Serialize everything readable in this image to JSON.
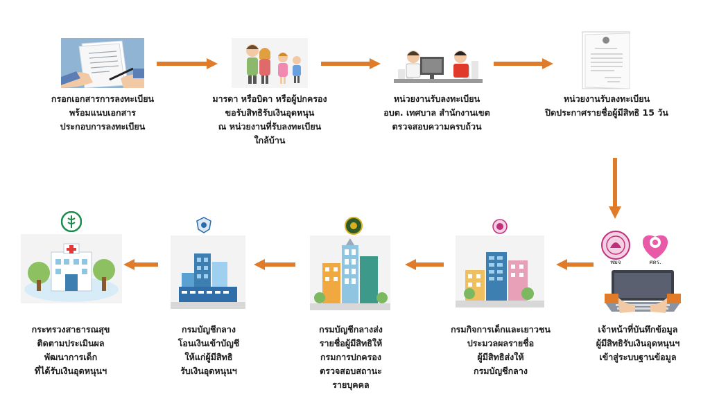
{
  "steps": [
    {
      "lines": [
        "กรอกเอกสารการลงทะเบียน",
        "พร้อมแนบเอกสาร",
        "ประกอบการลงทะเบียน"
      ]
    },
    {
      "lines": [
        "มารดา หรือบิดา หรือผู้ปกครอง",
        "ขอรับสิทธิรับเงินอุดหนุน",
        "ณ หน่วยงานที่รับลงทะเบียน",
        "ใกล้บ้าน"
      ]
    },
    {
      "lines": [
        "หน่วยงานรับลงทะเบียน",
        "อบต. เทศบาล สำนักงานเขต",
        "ตรวจสอบความครบถ้วน"
      ]
    },
    {
      "lines": [
        "หน่วยงานรับลงทะเบียน",
        "ปิดประกาศรายชื่อผู้มีสิทธิ 15 วัน"
      ]
    },
    {
      "lines": [
        "เจ้าหน้าที่บันทึกข้อมูล",
        "ผู้มีสิทธิรับเงินอุดหนุนฯ",
        "เข้าสู่ระบบฐานข้อมูล"
      ]
    },
    {
      "lines": [
        "กรมกิจการเด็กและเยาวชน",
        "ประมวลผลรายชื่อ",
        "ผู้มีสิทธิส่งให้",
        "กรมบัญชีกลาง"
      ]
    },
    {
      "lines": [
        "กรมบัญชีกลางส่ง",
        "รายชื่อผู้มีสิทธิให้",
        "กรมการปกครอง",
        "ตรวจสอบสถานะ",
        "รายบุคคล"
      ]
    },
    {
      "lines": [
        "กรมบัญชีกลาง",
        "โอนเงินเข้าบัญชี",
        "ให้แก่ผู้มีสิทธิ",
        "รับเงินอุดหนุนฯ"
      ]
    },
    {
      "lines": [
        "กระทรวงสาธารณสุข",
        "ติดตามประเมินผล",
        "พัฒนาการเด็ก",
        "ที่ได้รับเงินอุดหนุนฯ"
      ]
    }
  ],
  "logos": {
    "left_logo_text": "พมจ",
    "right_logo_text": "ศดร."
  },
  "colors": {
    "arrow": "#E07B2A",
    "text": "#1a1a1a"
  }
}
